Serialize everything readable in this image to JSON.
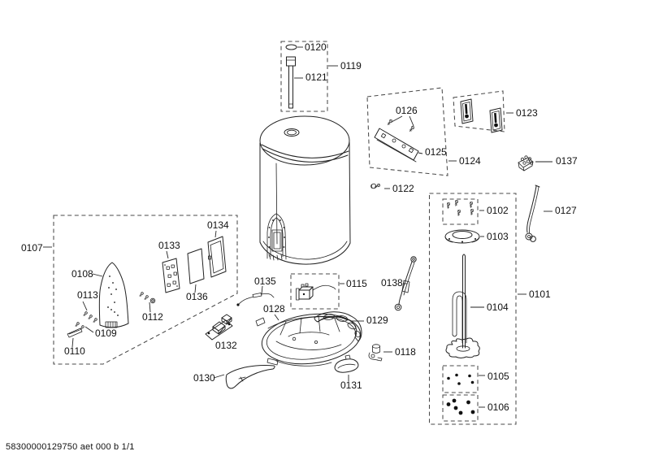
{
  "page": {
    "footer": "58300000129750 aet 000 b 1/1",
    "background_color": "#ffffff",
    "ink_color": "#222222",
    "dash_color": "#4a4a4a"
  },
  "parts": {
    "0101": "0101",
    "0102": "0102",
    "0103": "0103",
    "0104": "0104",
    "0105": "0105",
    "0106": "0106",
    "0107": "0107",
    "0108": "0108",
    "0109": "0109",
    "0110": "0110",
    "0112": "0112",
    "0113": "0113",
    "0115": "0115",
    "0118": "0118",
    "0119": "0119",
    "0120": "0120",
    "0121": "0121",
    "0122": "0122",
    "0123": "0123",
    "0124": "0124",
    "0125": "0125",
    "0126": "0126",
    "0127": "0127",
    "0128": "0128",
    "0129": "0129",
    "0130": "0130",
    "0131": "0131",
    "0132": "0132",
    "0133": "0133",
    "0134": "0134",
    "0135": "0135",
    "0136": "0136",
    "0137": "0137",
    "0138": "0138"
  }
}
